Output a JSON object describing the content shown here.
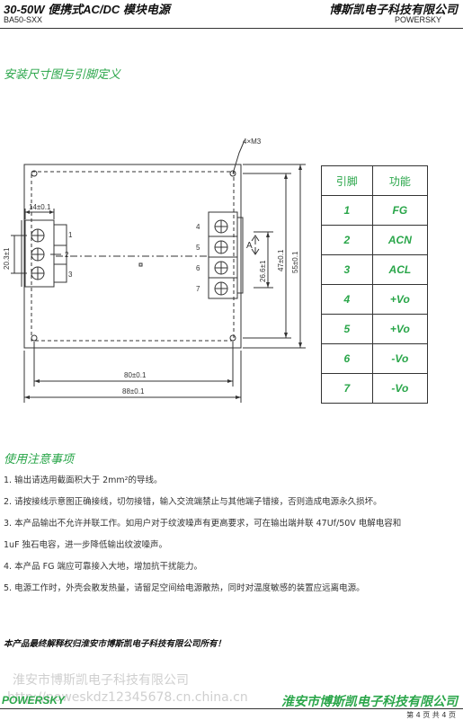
{
  "header": {
    "title": "30-50W 便携式AC/DC 模块电源",
    "company": "博斯凯电子科技有限公司",
    "model": "BA50-SXX",
    "brand": "POWERSKY"
  },
  "section1": {
    "title": "安装尺寸图与引脚定义"
  },
  "drawing": {
    "hole_label": "4×M3",
    "left_pins": [
      "1",
      "2",
      "3"
    ],
    "right_pins": [
      "4",
      "5",
      "6",
      "7"
    ],
    "arrow_mark": "A",
    "dims": {
      "w14": "14±0.1",
      "h203": "20.3±1",
      "h266": "26.6±1",
      "h47": "47±0.1",
      "h55": "55±0.1",
      "w80": "80±0.1",
      "w88": "88±0.1"
    }
  },
  "pin_table": {
    "headers": [
      "引脚",
      "功能"
    ],
    "rows": [
      {
        "pin": "1",
        "func": "FG"
      },
      {
        "pin": "2",
        "func": "ACN"
      },
      {
        "pin": "3",
        "func": "ACL"
      },
      {
        "pin": "4",
        "func": "+Vo"
      },
      {
        "pin": "5",
        "func": "+Vo"
      },
      {
        "pin": "6",
        "func": "-Vo"
      },
      {
        "pin": "7",
        "func": "-Vo"
      }
    ]
  },
  "section2": {
    "title": "使用注意事项"
  },
  "notes": [
    "1. 输出请选用截面积大于 2mm²的导线。",
    "2. 请按接线示意图正确接线，切勿接错，输入交流端禁止与其他端子错接，否则造成电源永久损坏。",
    "3. 本产品输出不允许并联工作。如用户对于纹波噪声有更高要求，可在输出端并联  47Uf/50V 电解电容和",
    "1uF 独石电容，进一步降低输出纹波噪声。",
    "4. 本产品 FG 端应可靠接入大地，增加抗干扰能力。",
    "5. 电源工作时，外壳会散发热量，请留足空间给电源散热，同时对温度敏感的装置应远离电源。"
  ],
  "disclaimer": "本产品最终解释权归淮安市博斯凯电子科技有限公司所有！",
  "watermark": {
    "line1": "淮安市博斯凯电子科技有限公司",
    "line2": "http://poweskdz12345678.cn.china.cn"
  },
  "footer": {
    "brand": "POWERSKY",
    "company": "淮安市博斯凯电子科技有限公司",
    "page": "第 4 页 共 4 页"
  },
  "colors": {
    "accent": "#2aa64a",
    "line": "#333333"
  }
}
